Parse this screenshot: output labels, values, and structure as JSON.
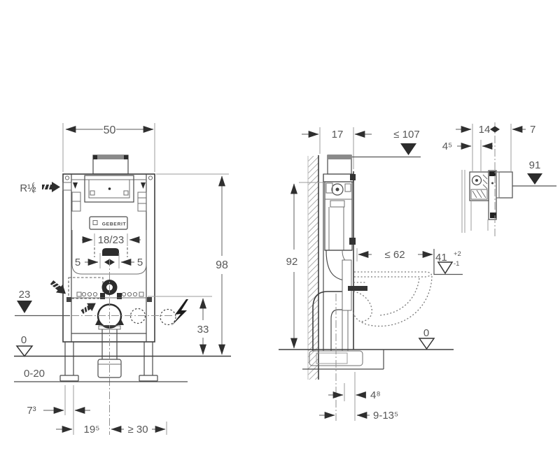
{
  "drawing": {
    "brand": "GEBERIT",
    "front_view": {
      "width": "50",
      "supply_thread": "R½",
      "actuator_opening": "18/23",
      "offset_left": "5",
      "offset_right": "5",
      "level_outlet": "23",
      "level_floor": "0",
      "leg_adjustment": "0-20",
      "foot_offset": "7³",
      "center_offset": "19⁵",
      "min_side_distance": "≥ 30",
      "total_height": "98",
      "outlet_height": "33"
    },
    "side_view": {
      "frame_depth": "17",
      "max_top_level": "≤ 107",
      "frame_height": "92",
      "max_bowl_depth": "≤ 62",
      "rim_height": "41",
      "rim_tol_plus": "+2",
      "rim_tol_minus": "-1",
      "level_floor": "0",
      "flush_pipe_offset": "4⁸",
      "outlet_offset": "9-13⁵"
    },
    "detail_view": {
      "profile_depth": "14",
      "plate_depth": "7",
      "offset": "4⁵",
      "plate_level": "91"
    }
  }
}
